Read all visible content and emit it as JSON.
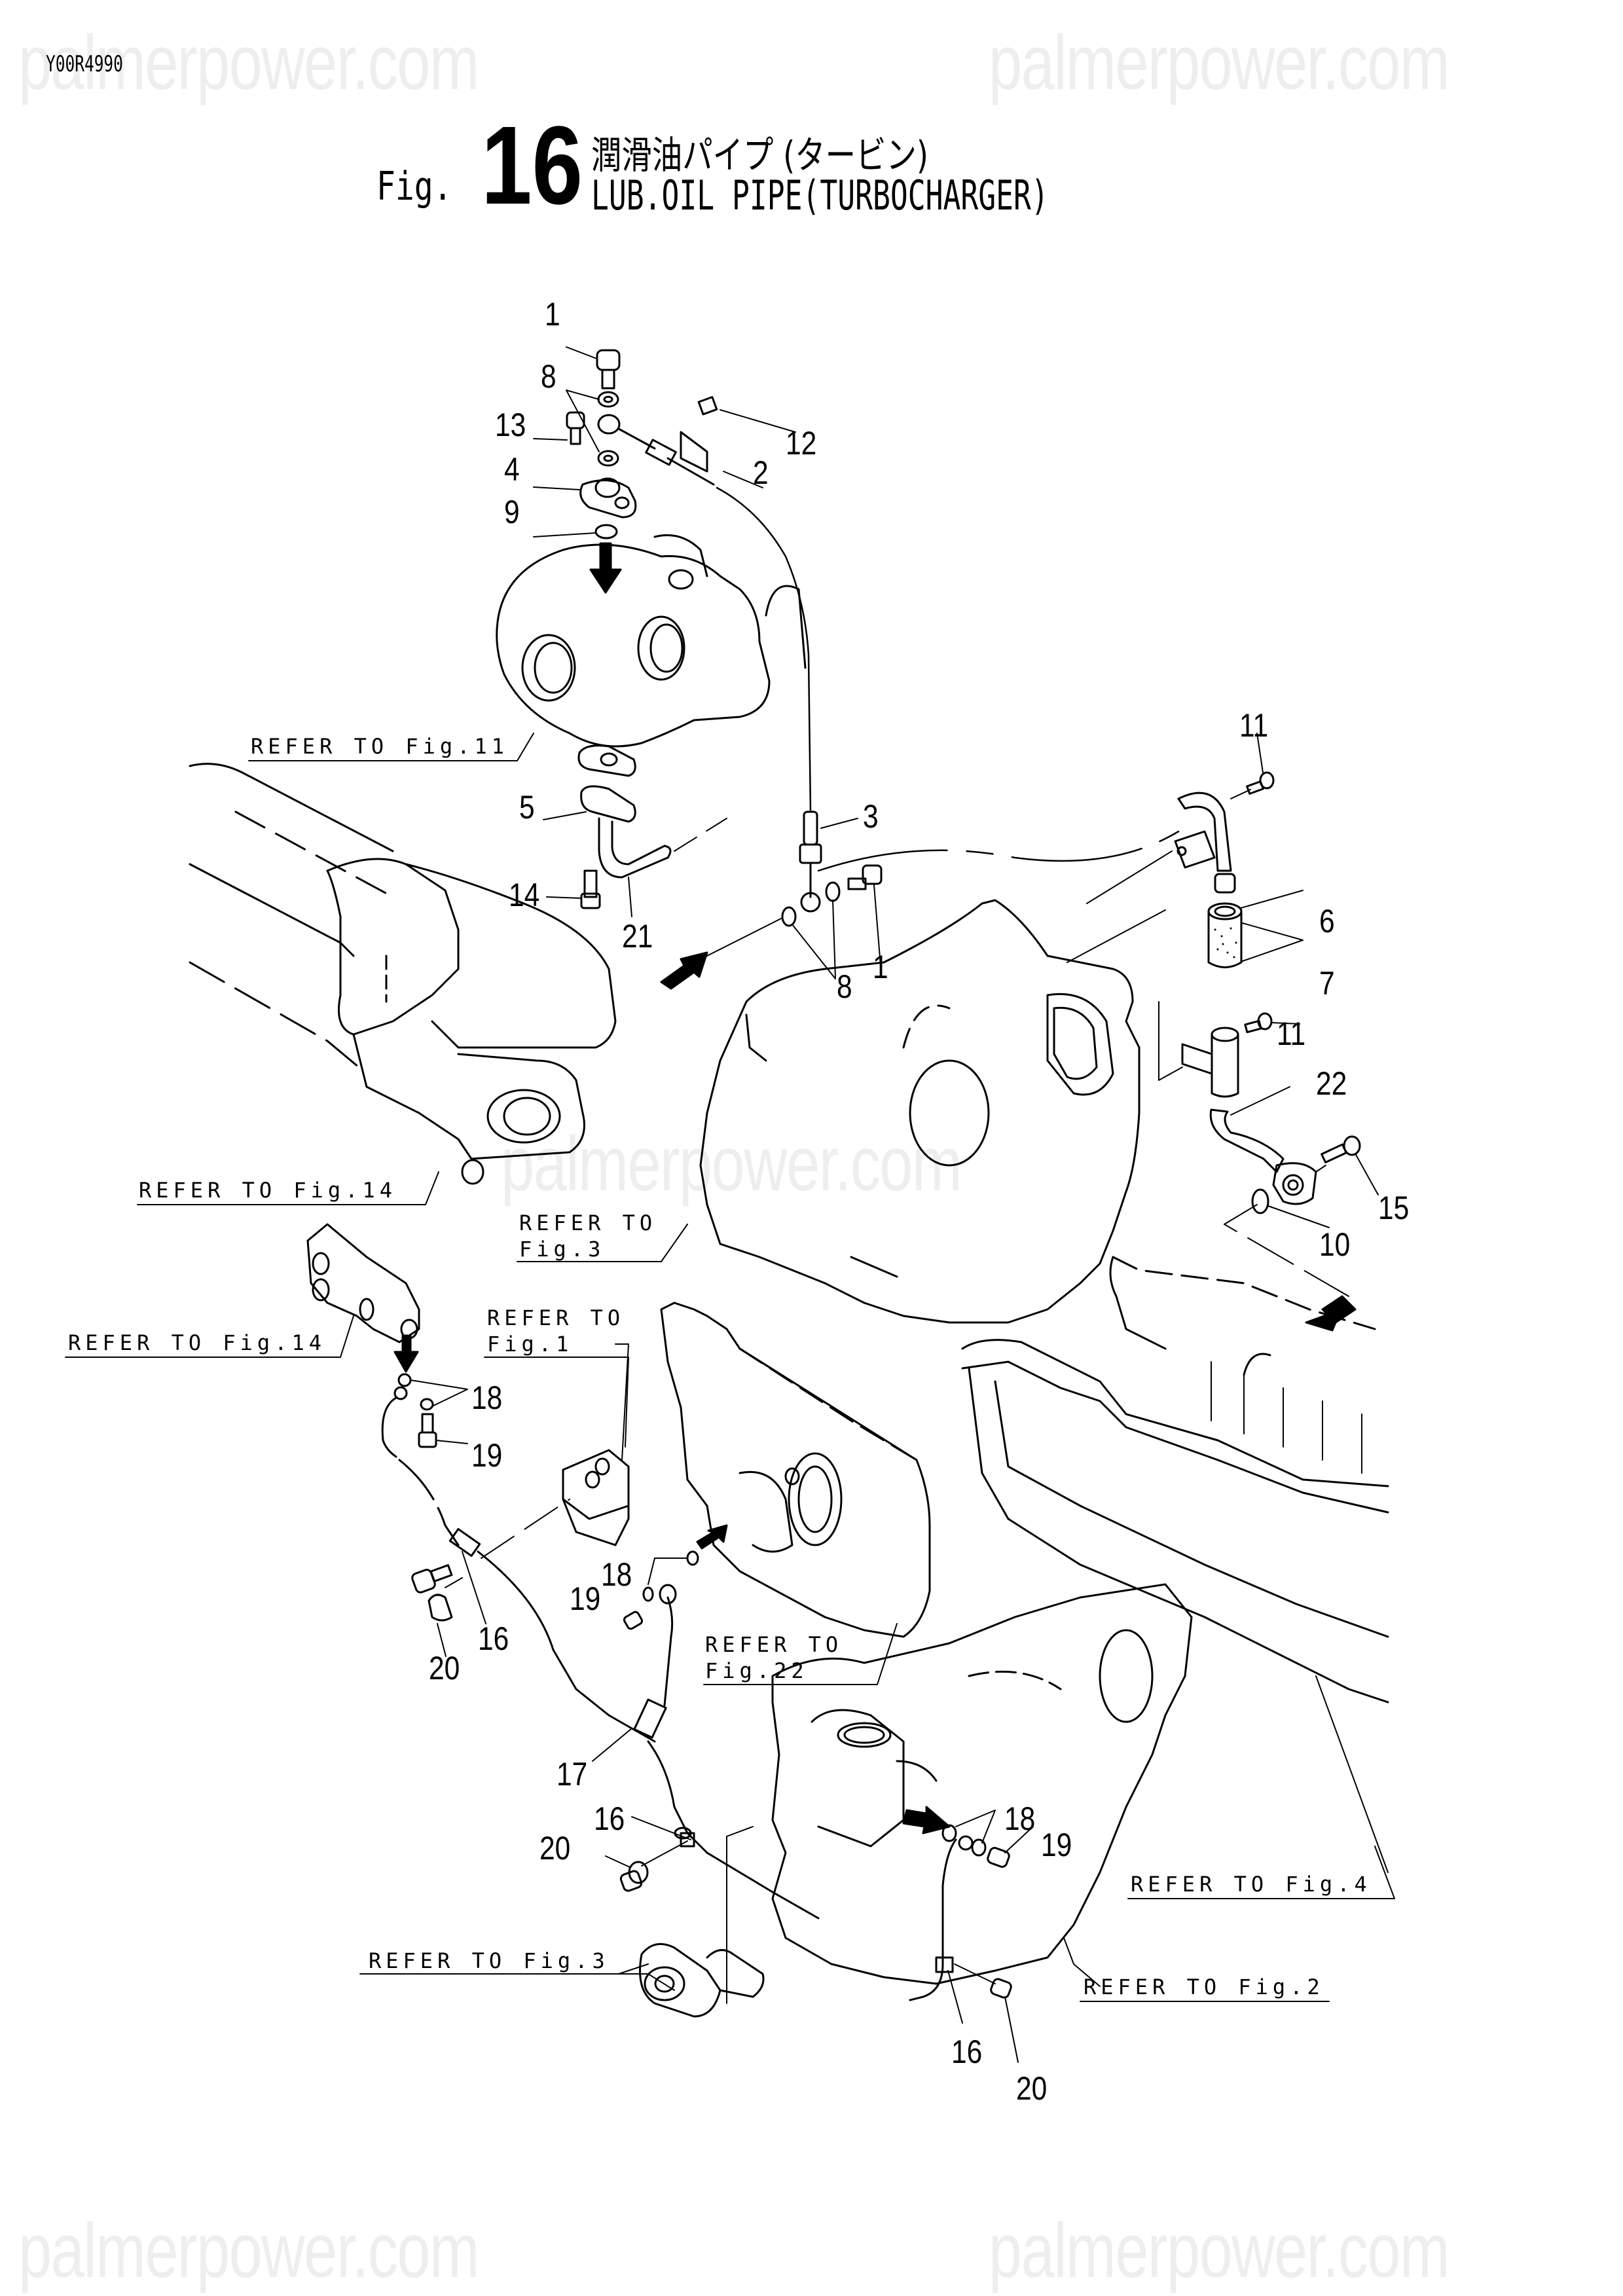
{
  "watermark": "palmerpower.com",
  "document_id": "Y00R4990",
  "header": {
    "fig_word": "Fig.",
    "fig_number": "16",
    "title_jp": "潤滑油パイプ (タービン)",
    "title_en": "LUB.OIL PIPE(TURBOCHARGER)"
  },
  "callouts": [
    {
      "label": "1"
    },
    {
      "label": "8"
    },
    {
      "label": "13"
    },
    {
      "label": "4"
    },
    {
      "label": "9"
    },
    {
      "label": "12"
    },
    {
      "label": "2"
    },
    {
      "label": "11"
    },
    {
      "label": "5"
    },
    {
      "label": "3"
    },
    {
      "label": "14"
    },
    {
      "label": "21"
    },
    {
      "label": "1"
    },
    {
      "label": "8"
    },
    {
      "label": "6"
    },
    {
      "label": "7"
    },
    {
      "label": "11"
    },
    {
      "label": "22"
    },
    {
      "label": "15"
    },
    {
      "label": "10"
    },
    {
      "label": "18"
    },
    {
      "label": "19"
    },
    {
      "label": "18"
    },
    {
      "label": "19"
    },
    {
      "label": "20"
    },
    {
      "label": "16"
    },
    {
      "label": "17"
    },
    {
      "label": "16"
    },
    {
      "label": "20"
    },
    {
      "label": "18"
    },
    {
      "label": "19"
    },
    {
      "label": "16"
    },
    {
      "label": "20"
    }
  ],
  "references": [
    {
      "line1": "REFER TO Fig.11",
      "line2": ""
    },
    {
      "line1": "REFER TO Fig.14",
      "line2": ""
    },
    {
      "line1": "REFER TO",
      "line2": "Fig.3"
    },
    {
      "line1": "REFER TO",
      "line2": "Fig.1"
    },
    {
      "line1": "REFER TO Fig.14",
      "line2": ""
    },
    {
      "line1": "REFER TO",
      "line2": "Fig.22"
    },
    {
      "line1": "REFER TO Fig.4",
      "line2": ""
    },
    {
      "line1": "REFER TO Fig.3",
      "line2": ""
    },
    {
      "line1": "REFER TO Fig.2",
      "line2": ""
    }
  ]
}
